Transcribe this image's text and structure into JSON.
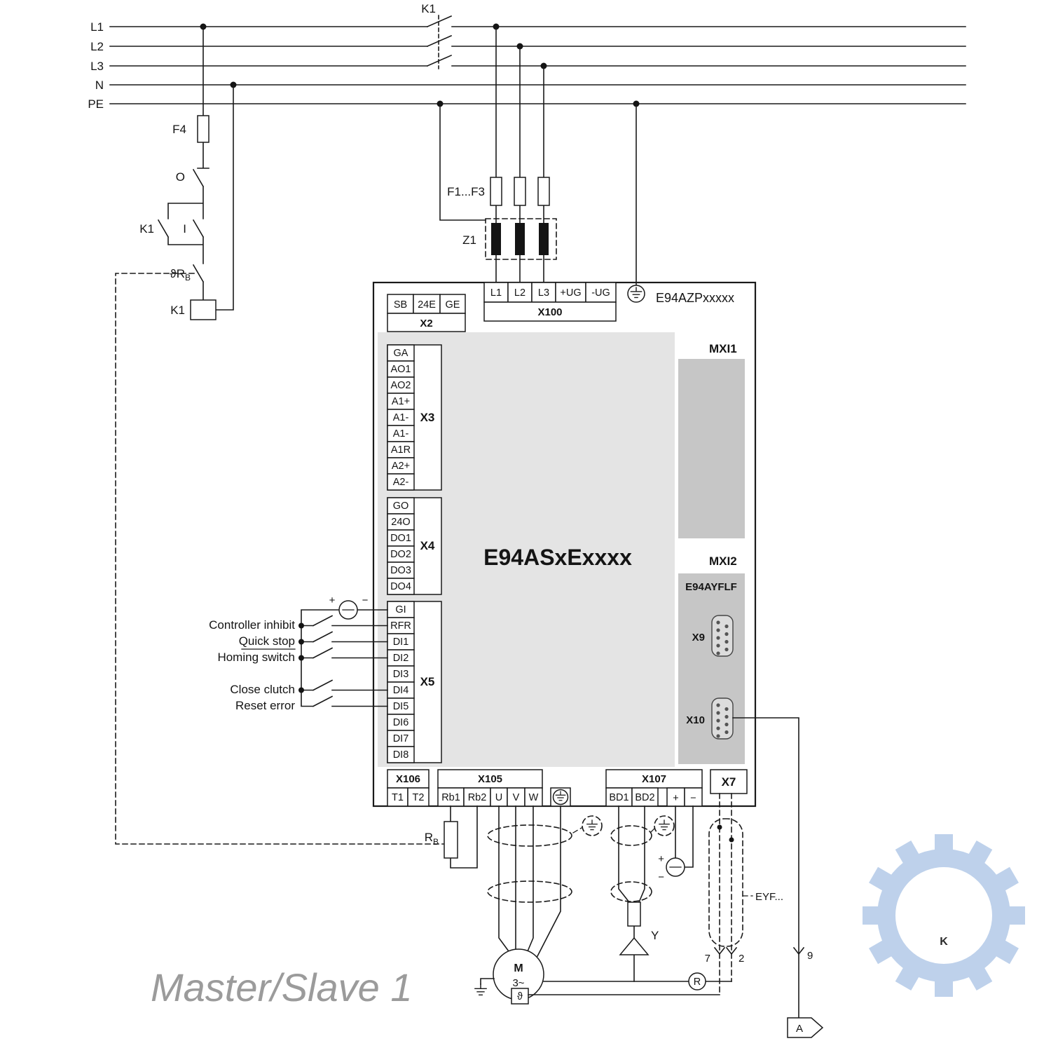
{
  "title": "Master/Slave 1",
  "watermark": {
    "letter": "K"
  },
  "supply": {
    "lines": [
      "L1",
      "L2",
      "L3",
      "N",
      "PE"
    ],
    "contactor": "K1",
    "fuse": "F4",
    "stop_button": "O",
    "start_button": "I",
    "aux_contact": "K1",
    "thermal_contact": "ϑR",
    "thermal_contact_sub": "B",
    "coil": "K1",
    "line_fuses": "F1...F3",
    "filter": "Z1"
  },
  "drive": {
    "model": "E94ASxExxxx",
    "power_section": "E94AZPxxxxx",
    "x2": {
      "label": "X2",
      "terminals": [
        "SB",
        "24E",
        "GE"
      ]
    },
    "x100": {
      "label": "X100",
      "terminals": [
        "L1",
        "L2",
        "L3",
        "+UG",
        "-UG"
      ]
    },
    "x3": {
      "label": "X3",
      "terminals": [
        "GA",
        "AO1",
        "AO2",
        "A1+",
        "A1-",
        "A1-",
        "A1R",
        "A2+",
        "A2-"
      ]
    },
    "x4": {
      "label": "X4",
      "terminals": [
        "GO",
        "24O",
        "DO1",
        "DO2",
        "DO3",
        "DO4"
      ]
    },
    "x5": {
      "label": "X5",
      "terminals": [
        "GI",
        "RFR",
        "DI1",
        "DI2",
        "DI3",
        "DI4",
        "DI5",
        "DI6",
        "DI7",
        "DI8"
      ]
    },
    "mxi1": "MXI1",
    "mxi2": "MXI2",
    "option_module": "E94AYFLF",
    "x9": "X9",
    "x10": "X10",
    "x106": {
      "label": "X106",
      "terminals": [
        "T1",
        "T2"
      ]
    },
    "x105": {
      "label": "X105",
      "terminals": [
        "Rb1",
        "Rb2",
        "U",
        "V",
        "W"
      ]
    },
    "x107": {
      "label": "X107",
      "terminals": [
        "BD1",
        "BD2",
        "+",
        "−"
      ]
    },
    "x7": "X7"
  },
  "digital_inputs": {
    "supply_plus": "+",
    "supply_minus": "−",
    "labels": [
      "Controller inhibit",
      "Quick stop",
      "Homing switch",
      "Close clutch",
      "Reset error"
    ]
  },
  "bottom": {
    "brake_resistor": "R",
    "brake_resistor_sub": "B",
    "motor": "M",
    "motor_type": "3~",
    "motor_thermal": "ϑ",
    "brake": "Y",
    "brake_supply_plus": "+",
    "brake_supply_minus": "−",
    "resolver": "R",
    "cable": "EYF...",
    "pin7": "7",
    "pin2": "2",
    "pin9": "9",
    "connector": "A"
  }
}
